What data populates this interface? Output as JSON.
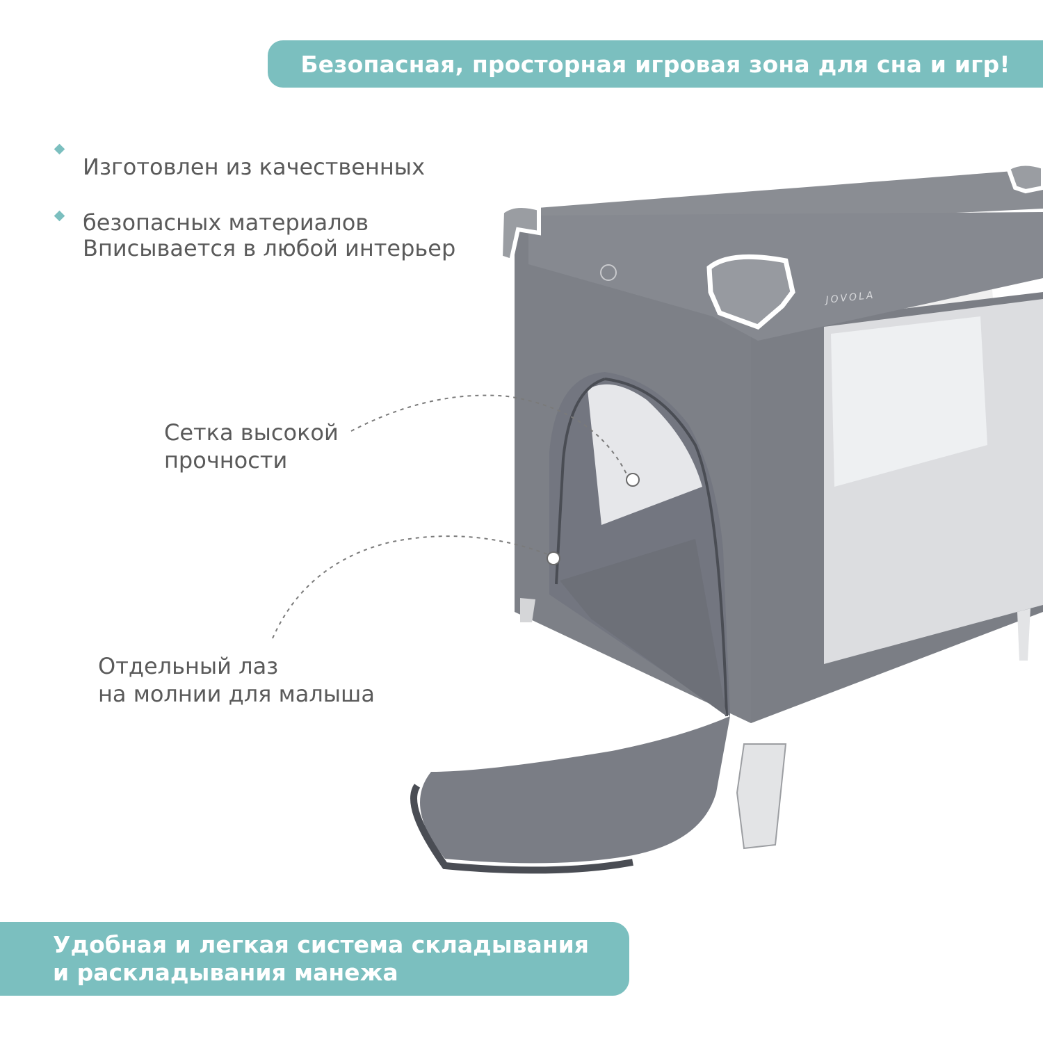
{
  "header": {
    "banner": "Безопасная, просторная игровая зона для сна и игр!"
  },
  "features": [
    {
      "line1": "Изготовлен из качественных",
      "line2": "безопасных материалов"
    },
    {
      "line1": "Вписывается в любой интерьер",
      "line2": ""
    }
  ],
  "callouts": {
    "mesh": {
      "line1": "Сетка высокой",
      "line2": "прочности"
    },
    "entrance": {
      "line1": "Отдельный лаз",
      "line2": "на молнии для малыша"
    }
  },
  "product": {
    "brand": "JOVOLA"
  },
  "footer": {
    "line1": "Удобная и легкая система складывания",
    "line2": "и раскладывания манежа"
  },
  "colors": {
    "accent": "#7bbfbf",
    "fabric": "#7d8087",
    "fabric_dark": "#62656c",
    "text": "#5a5a5a"
  }
}
